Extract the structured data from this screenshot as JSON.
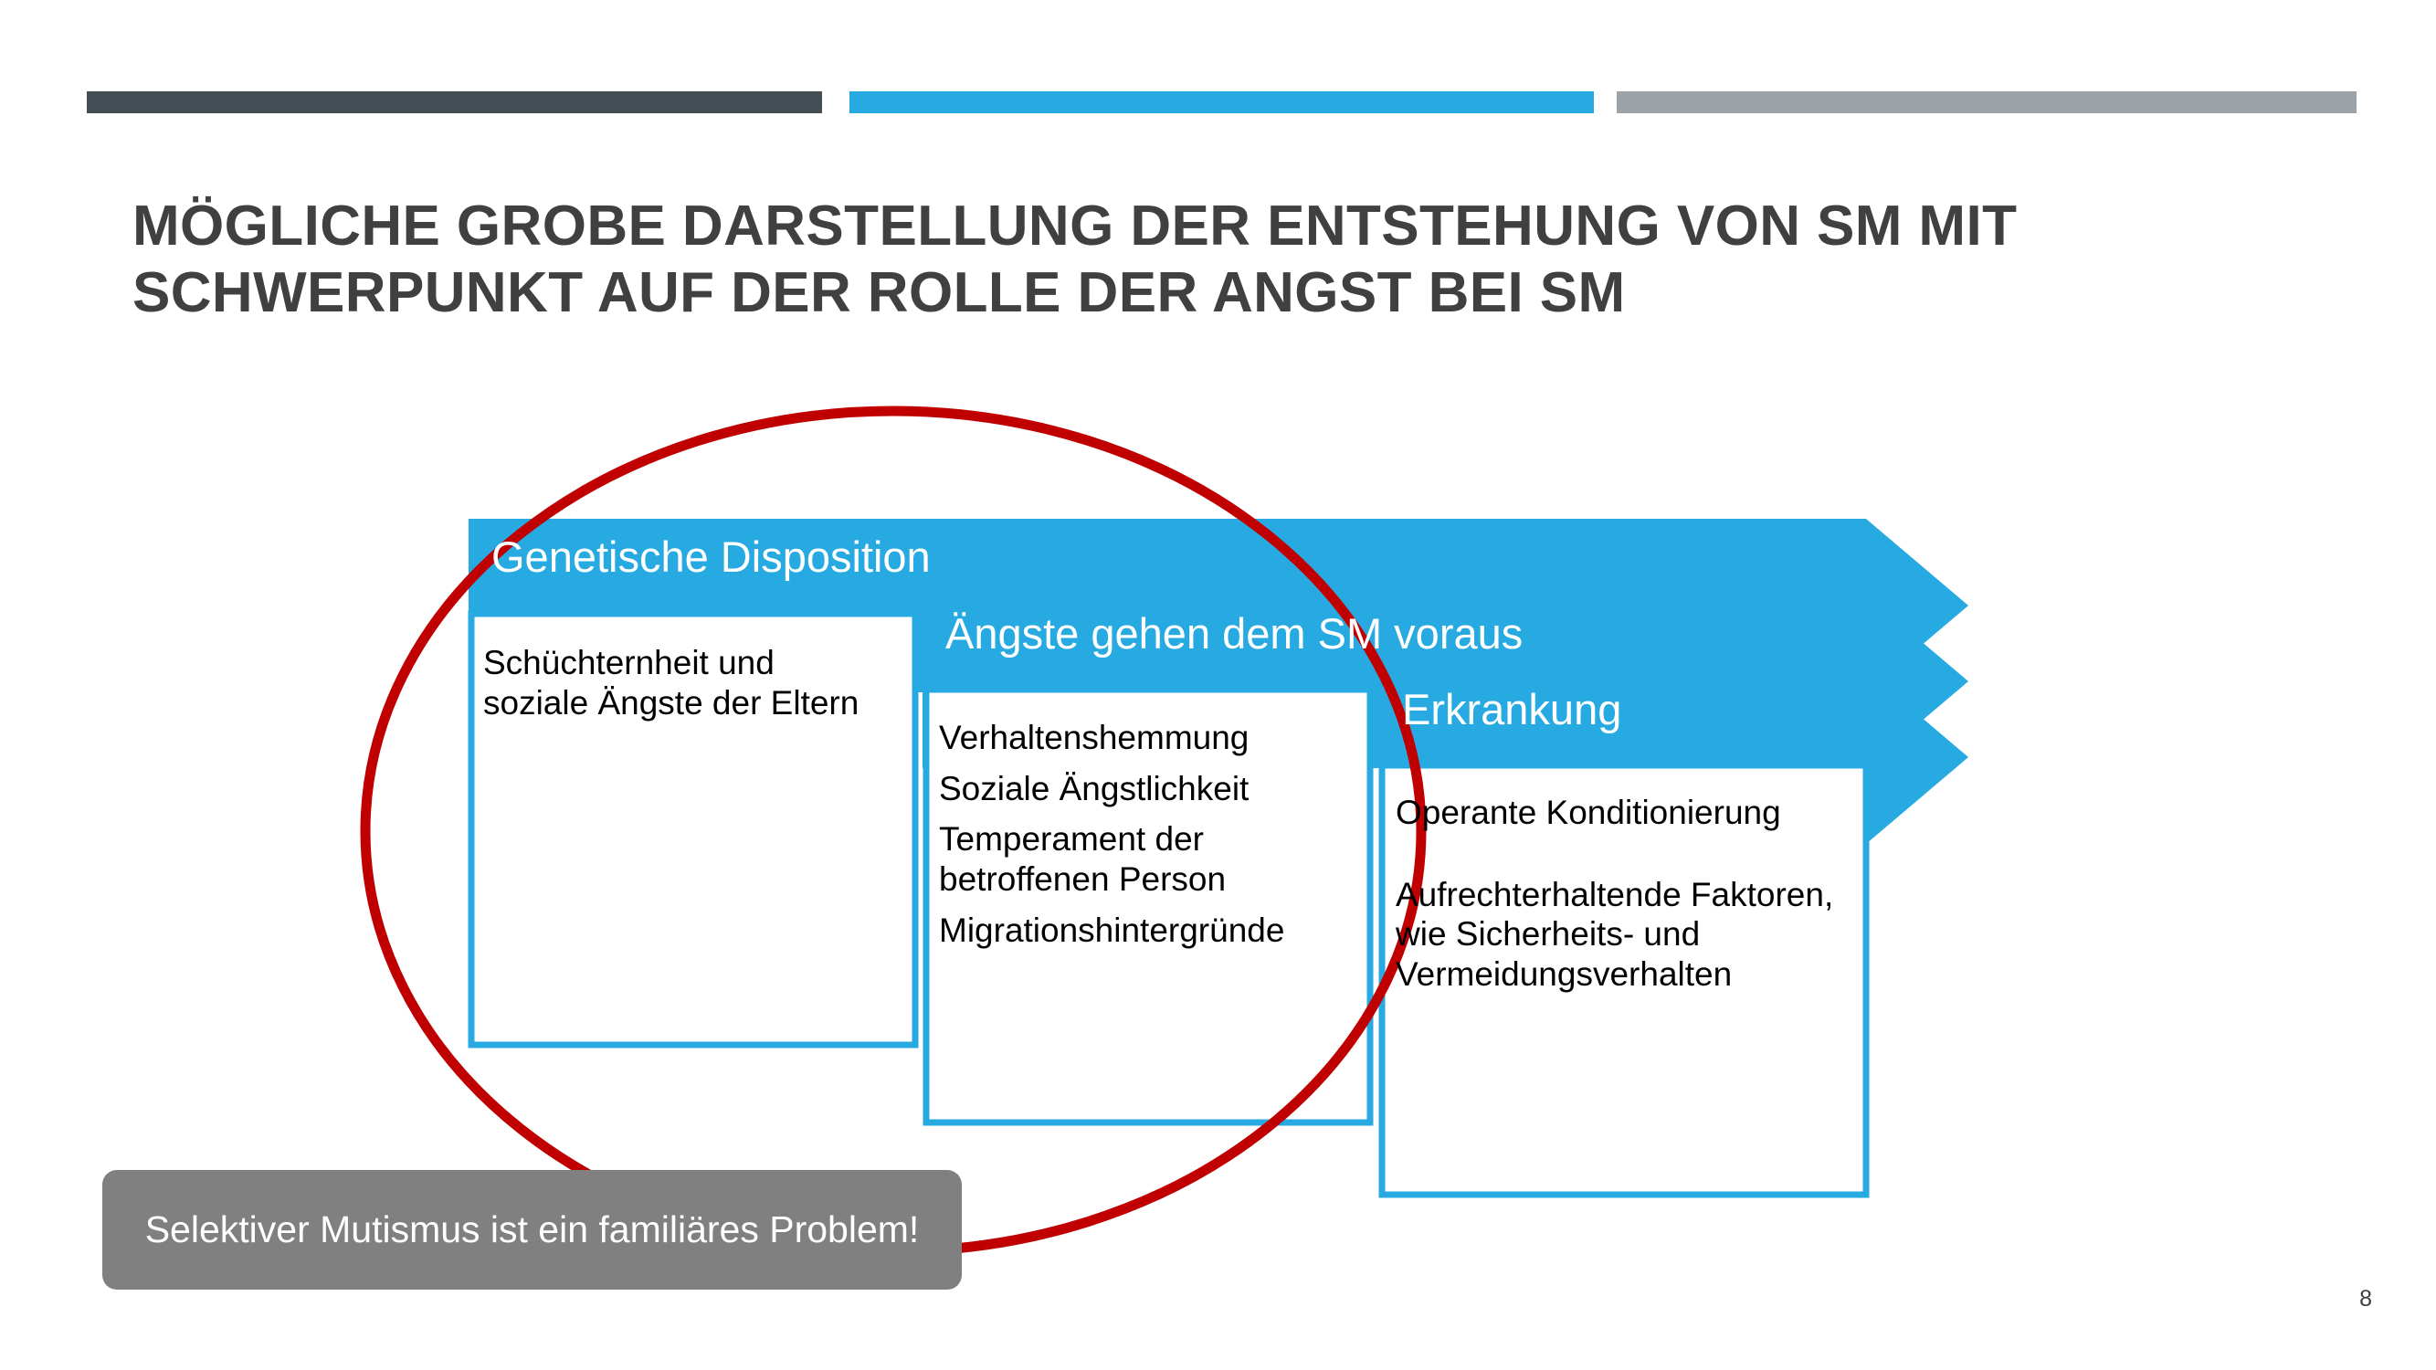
{
  "slide": {
    "title": "Mögliche grobe Darstellung der Entstehung von SM mit Schwerpunkt auf der Rolle der Angst bei SM",
    "page_number": "8"
  },
  "top_bars": [
    {
      "name": "dark-bar",
      "color": "#434F54"
    },
    {
      "name": "blue-bar",
      "color": "#27AAE1"
    },
    {
      "name": "grey-bar",
      "color": "#9BA3A8"
    }
  ],
  "process": {
    "stages": [
      {
        "header": "Genetische Disposition",
        "items": [
          "Schüchternheit und soziale Ängste der Eltern"
        ]
      },
      {
        "header": "Ängste gehen dem SM voraus",
        "items": [
          "Verhaltenshemmung",
          "Soziale Ängstlichkeit",
          "Temperament der betroffenen Person",
          "Migrationshintergründe"
        ]
      },
      {
        "header": "Erkrankung",
        "items": [
          "Operante Konditionierung",
          "Aufrechterhaltende Faktoren, wie Sicherheits- und Vermeidungsverhalten"
        ]
      }
    ],
    "accent_color": "#27AAE1",
    "highlight_ellipse_color": "#C00000"
  },
  "callout": {
    "text": "Selektiver Mutismus ist ein familiäres Problem!",
    "background": "#808080"
  }
}
